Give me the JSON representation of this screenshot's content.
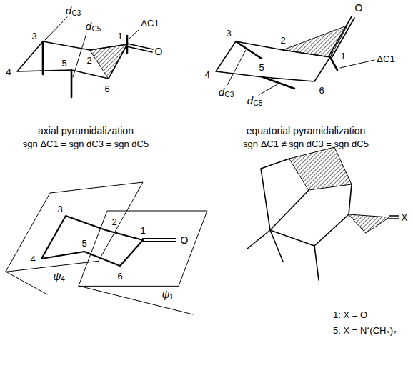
{
  "diagram": {
    "labels": [
      "d",
      "C3",
      "3",
      "d",
      "C5",
      "ΔC1",
      "1",
      "O",
      "2",
      "4",
      "5",
      "6",
      "axial pyramidalization",
      "sgn ΔC1 = sgn dC3 = sgn dC5",
      "O",
      "ΔC1",
      "3",
      "2",
      "1",
      "4",
      "5",
      "6",
      "d",
      "C3",
      "d",
      "C5",
      "equatorial pyramidalization",
      "sgn ΔC1 ≠ sgn dC3 = sgn dC5",
      "3",
      "2",
      "O",
      "4",
      "ψ",
      "4",
      "5",
      "1",
      "6",
      "ψ",
      "1",
      "X",
      "1: X = O",
      "5: X = N⁺(CH₃)₂"
    ]
  }
}
